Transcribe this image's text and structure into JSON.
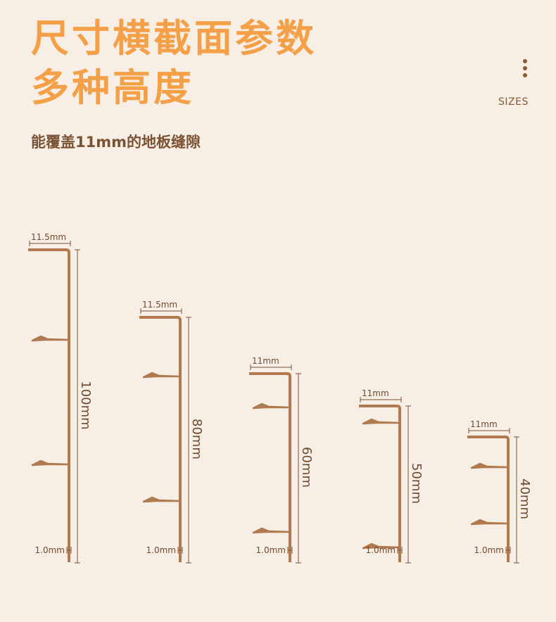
{
  "header": {
    "title_line1": "尺寸横截面参数",
    "title_line2": "多种高度",
    "subtitle": "能覆盖11mm的地板缝隙",
    "sizes_label": "SIZES",
    "menu_icon": "vertical-dots-icon"
  },
  "colors": {
    "background": "#f7efe5",
    "title": "#f4a048",
    "profile": "#b07a4e",
    "dimension": "#7b5233"
  },
  "profiles": [
    {
      "height_label": "100mm",
      "width_label": "11.5mm",
      "thickness_label": "1.0mm"
    },
    {
      "height_label": "80mm",
      "width_label": "11.5mm",
      "thickness_label": "1.0mm"
    },
    {
      "height_label": "60mm",
      "width_label": "11mm",
      "thickness_label": "1.0mm"
    },
    {
      "height_label": "50mm",
      "width_label": "11mm",
      "thickness_label": "1.0mm"
    },
    {
      "height_label": "40mm",
      "width_label": "11mm",
      "thickness_label": "1.0mm"
    }
  ]
}
